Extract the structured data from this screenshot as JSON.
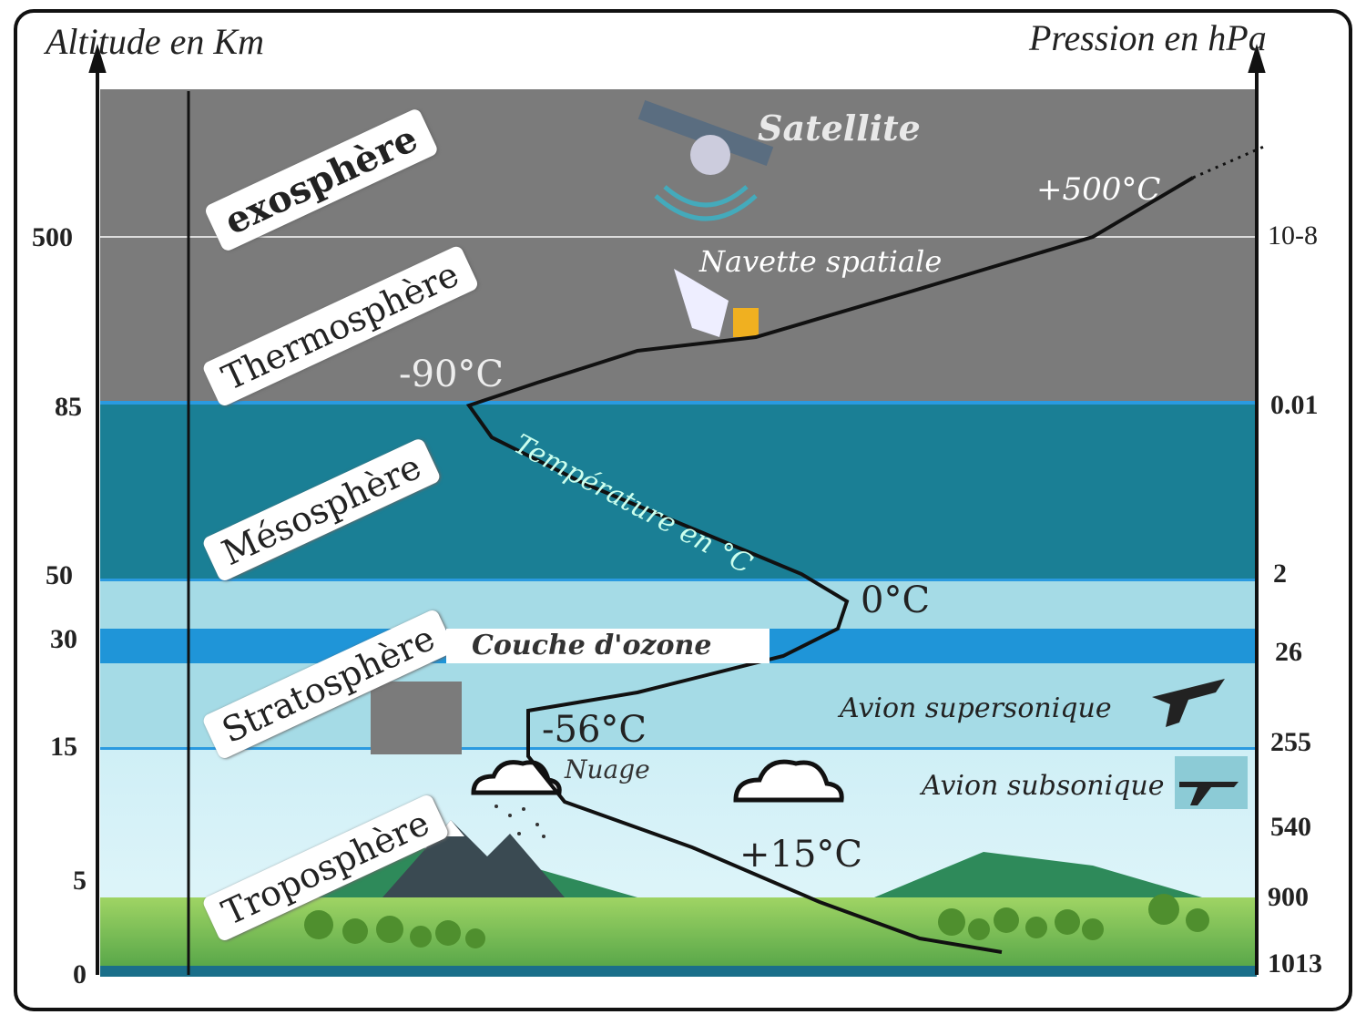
{
  "axes": {
    "left_title": "Altitude en Km",
    "right_title": "Pression en hPa",
    "altitudes": [
      "500",
      "85",
      "50",
      "30",
      "15",
      "5",
      "0"
    ],
    "pressures": [
      "10-8",
      "0.01",
      "2",
      "26",
      "255",
      "540",
      "900",
      "1013"
    ]
  },
  "layers": [
    "exosphère",
    "Thermosphère",
    "Mésosphère",
    "Stratosphère",
    "Troposphère"
  ],
  "labels": {
    "satellite": "Satellite",
    "shuttle": "Navette spatiale",
    "ozone": "Couche d'ozone",
    "temp_curve": "Température en °C",
    "cloud": "Nuage",
    "supersonic": "Avion supersonique",
    "subsonic": "Avion subsonique"
  },
  "temperatures": {
    "t500": "+500°C",
    "t90": "-90°C",
    "t0": "0°C",
    "t56": "-56°C",
    "t15": "+15°C"
  },
  "colors": {
    "thermo": "#7b7b7b",
    "meso": "#1a7f95",
    "strato": "#a5dbe6",
    "ozone": "#1f95d8",
    "tropo": "#d6f1f7",
    "ground": "#7cc04f"
  }
}
